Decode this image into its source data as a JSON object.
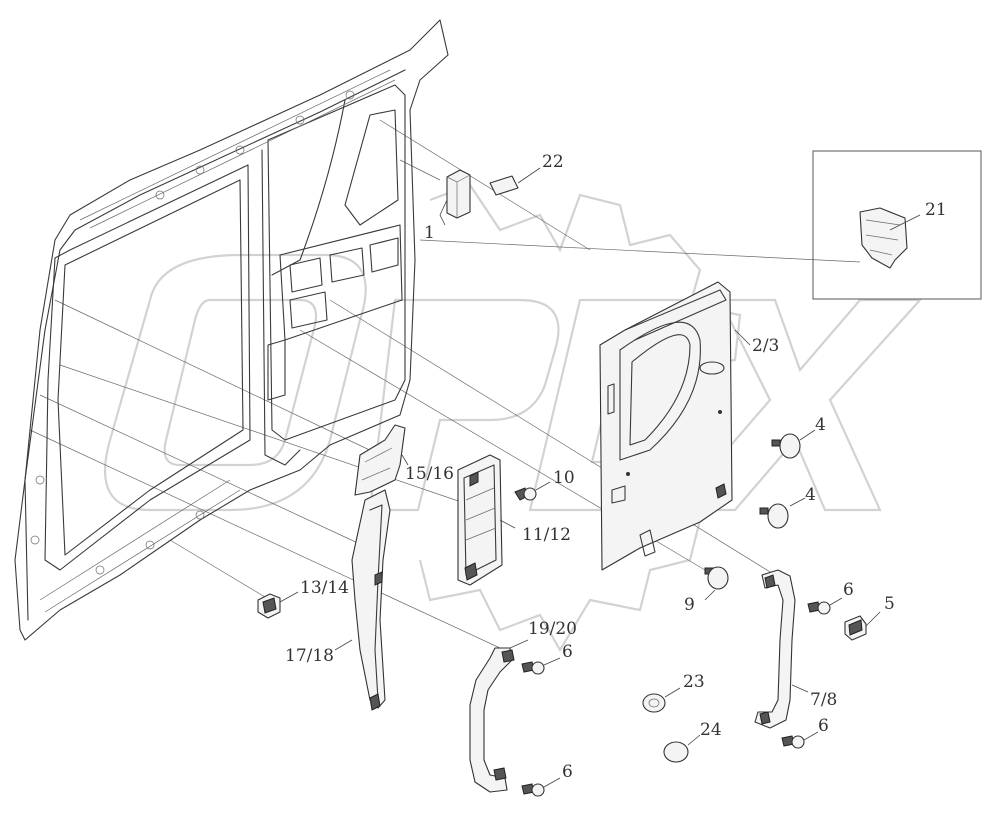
{
  "labels": {
    "l22": "22",
    "l21": "21",
    "l1": "1",
    "l23sub": "2/3",
    "l4a": "4",
    "l4b": "4",
    "l10": "10",
    "l1516": "15/16",
    "l1112": "11/12",
    "l9": "9",
    "l6a": "6",
    "l5": "5",
    "l1314": "13/14",
    "l1718": "17/18",
    "l1920": "19/20",
    "l6b": "6",
    "l23": "23",
    "l78": "7/8",
    "l24": "24",
    "l6c": "6",
    "l6d": "6"
  },
  "colors": {
    "line": "#3a3a3a",
    "watermark": "#d2d2d2",
    "background": "#ffffff"
  }
}
